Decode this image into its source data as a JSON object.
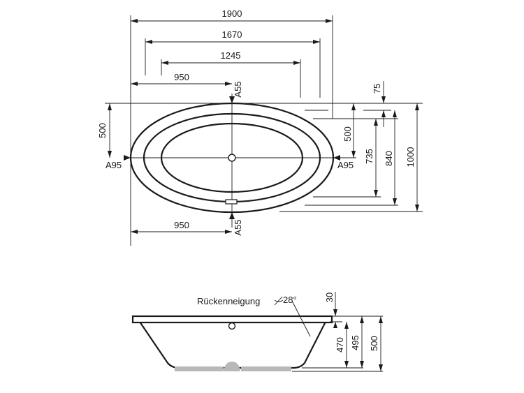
{
  "top_view": {
    "dim_width_total": "1900",
    "dim_width_1670": "1670",
    "dim_width_1245": "1245",
    "dim_950_top": "950",
    "dim_950_bottom": "950",
    "dim_500_left": "500",
    "label_a95_left": "A95",
    "label_a95_right": "A95",
    "label_a55_top": "A55",
    "label_a55_bottom": "A55",
    "dim_75": "75",
    "dim_500_right": "500",
    "dim_735": "735",
    "dim_840": "840",
    "dim_1000": "1000"
  },
  "side_view": {
    "label_back_incline": "Rückenneigung",
    "angle_value": "28°",
    "dim_30": "30",
    "dim_470": "470",
    "dim_495": "495",
    "dim_500": "500"
  }
}
